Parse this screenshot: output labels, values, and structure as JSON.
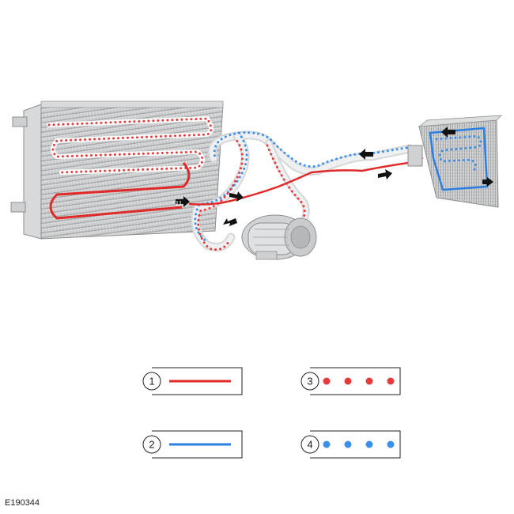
{
  "figure_id": "E190344",
  "legend": [
    {
      "number": "1",
      "style": "solid",
      "color": "#e02a2a"
    },
    {
      "number": "2",
      "style": "solid",
      "color": "#2a7fe0"
    },
    {
      "number": "3",
      "style": "dotted",
      "color": "#e83a3a"
    },
    {
      "number": "4",
      "style": "dotted",
      "color": "#3a8fe8"
    }
  ],
  "colors": {
    "red": "#e02a2a",
    "blue": "#2a7fe0",
    "component_gray": "#c9cacb",
    "arrow": "#111111"
  },
  "components": [
    "condenser-icon",
    "compressor-icon",
    "evaporator-icon",
    "refrigerant-lines"
  ]
}
